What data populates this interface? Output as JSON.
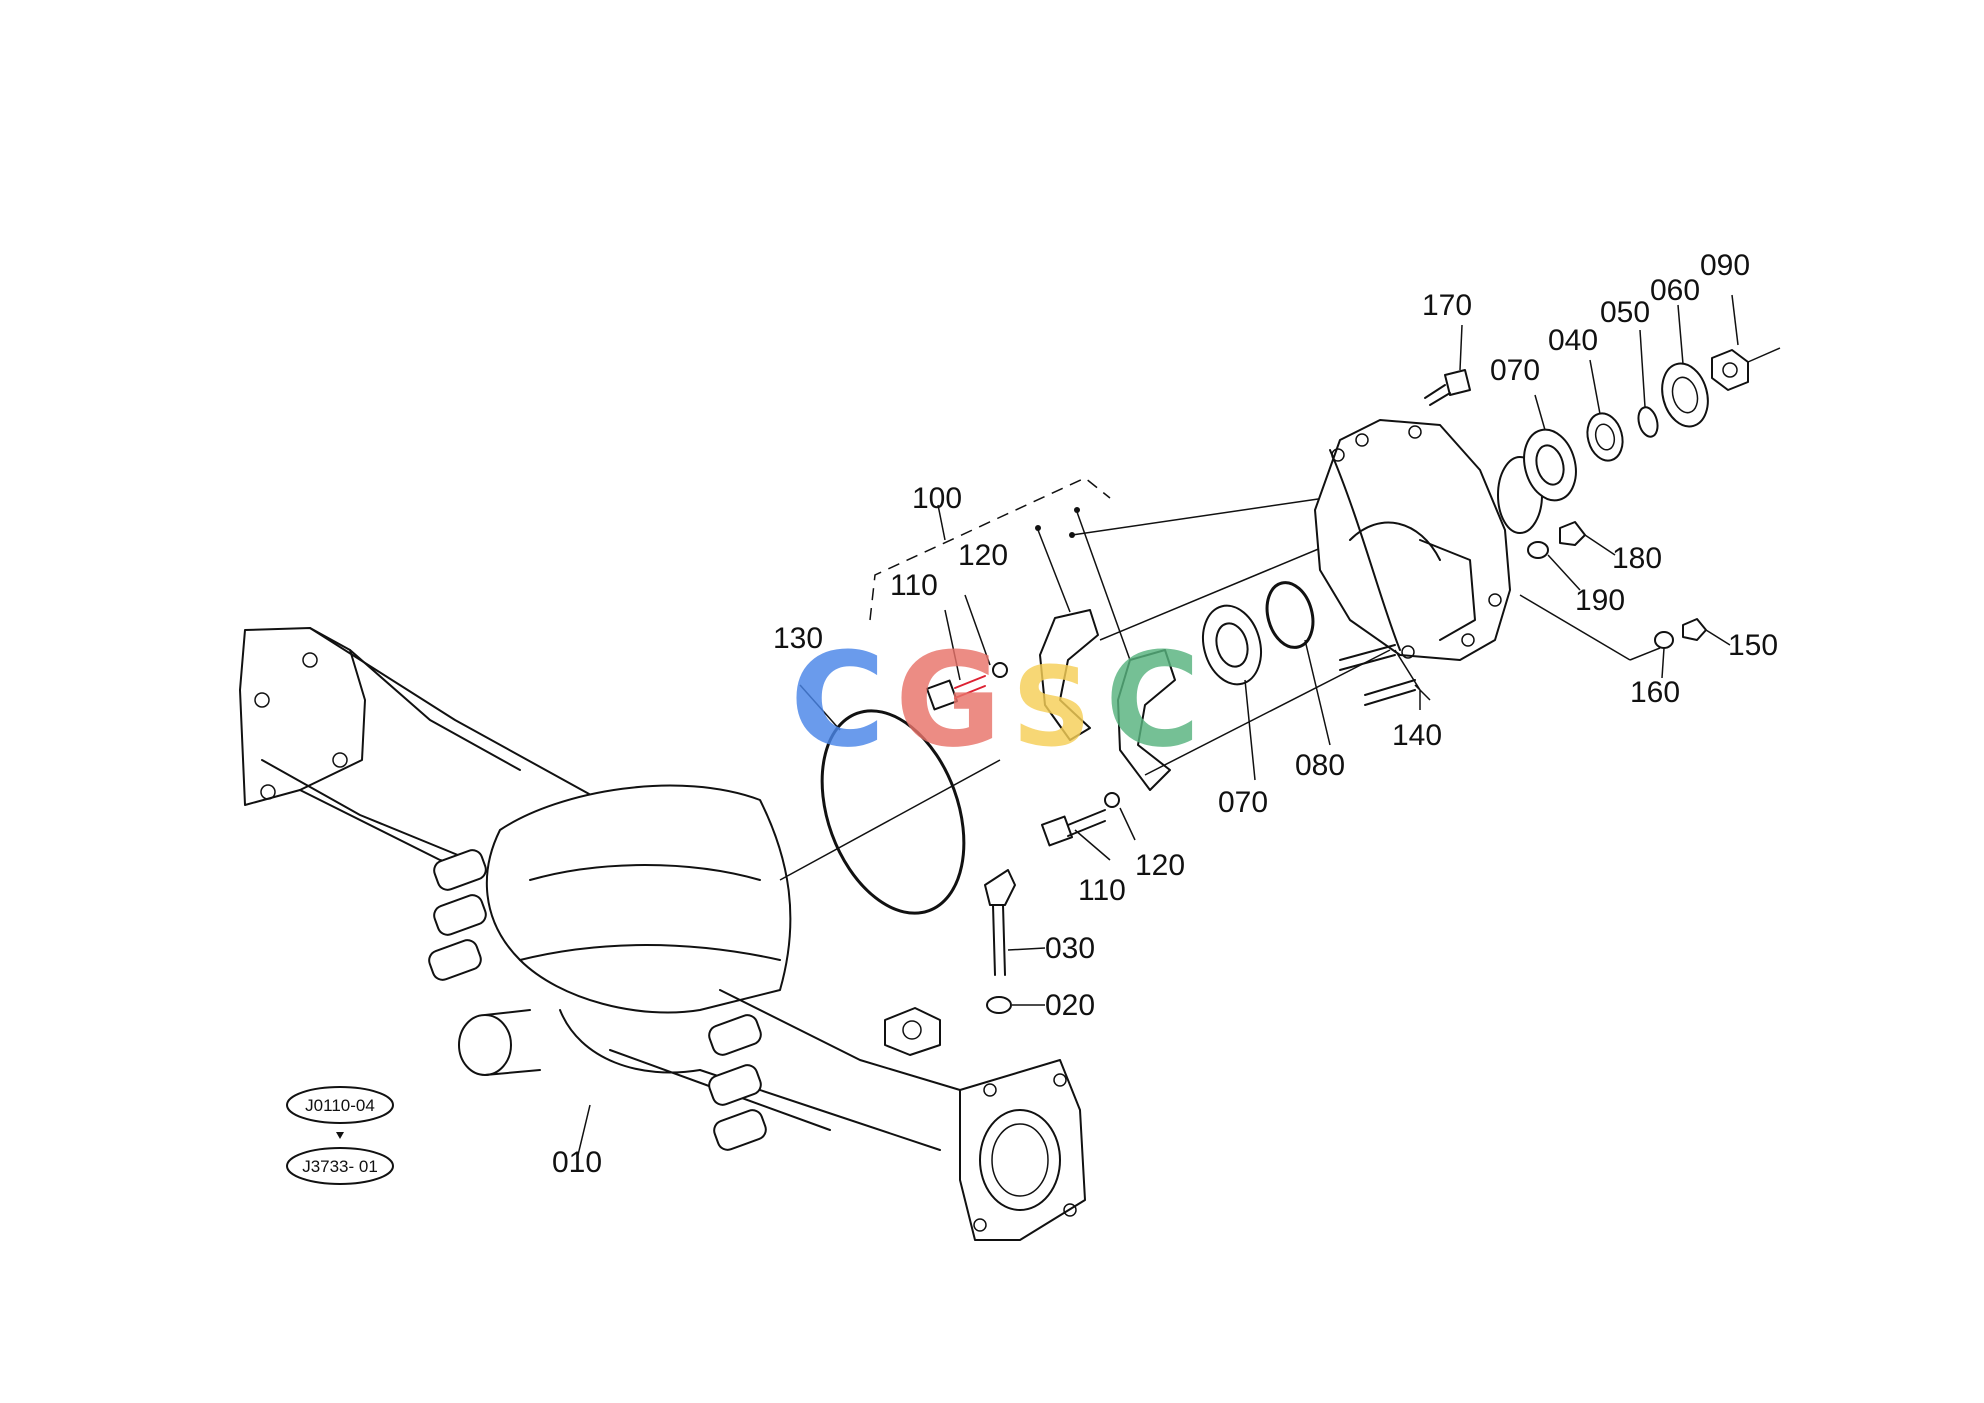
{
  "labels": {
    "p010": "010",
    "p020": "020",
    "p030": "030",
    "p040": "040",
    "p050": "050",
    "p060": "060",
    "p070a": "070",
    "p070b": "070",
    "p080": "080",
    "p090": "090",
    "p100": "100",
    "p110a": "110",
    "p110b": "110",
    "p120a": "120",
    "p120b": "120",
    "p130": "130",
    "p140": "140",
    "p150": "150",
    "p160": "160",
    "p170": "170",
    "p180": "180",
    "p190": "190"
  },
  "references": {
    "ref_top": "J0110-04",
    "ref_bottom": "J3733- 01"
  },
  "watermark": {
    "c1": "C",
    "g": "G",
    "s": "S",
    "c2": "C",
    "colors": {
      "c1": "#4a86e8",
      "g": "#e8736a",
      "s": "#f6cf57",
      "c2": "#57b37e"
    }
  }
}
